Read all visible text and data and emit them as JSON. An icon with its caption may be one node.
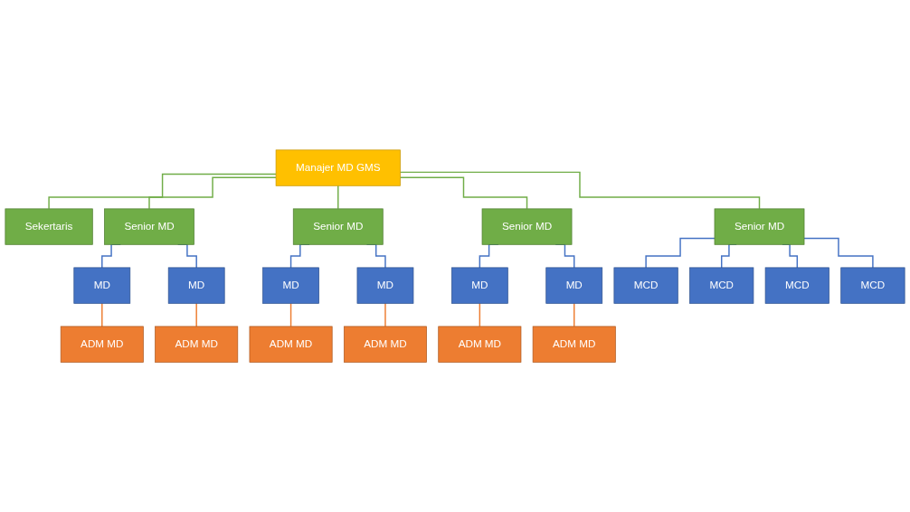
{
  "diagram": {
    "nodes": [
      {
        "text": [
          "Manajer MD GMS"
        ]
      },
      {
        "text": [
          "Sekertaris"
        ]
      },
      {
        "text": [
          "Senior MD"
        ]
      },
      {
        "text": [
          "Senior MD"
        ]
      },
      {
        "text": [
          "Senior MD"
        ]
      },
      {
        "text": [
          "Senior MD"
        ]
      },
      {
        "text": [
          "MD"
        ]
      },
      {
        "text": [
          "MD"
        ]
      },
      {
        "text": [
          "MD"
        ]
      },
      {
        "text": [
          "MD"
        ]
      },
      {
        "text": [
          "MD"
        ]
      },
      {
        "text": [
          "MD"
        ]
      },
      {
        "text": [
          "MCD"
        ]
      },
      {
        "text": [
          "ADM MD"
        ]
      },
      {
        "text": [
          "ADM MD"
        ]
      },
      {
        "text": [
          "ADM MD"
        ]
      },
      {
        "text": [
          "ADM MD"
        ]
      },
      {
        "text": [
          "ADM MD"
        ]
      },
      {
        "text": [
          "ADM MD"
        ]
      },
      {
        "text": [
          "MCD"
        ]
      },
      {
        "text": [
          "MCD"
        ]
      },
      {
        "text": [
          "MCD"
        ]
      }
    ],
    "edges": [
      {
        "from": 0,
        "to": 1,
        "arrow": "none",
        "color": "#70ad47"
      },
      {
        "from": 0,
        "to": 2,
        "arrow": "none",
        "color": "#70ad47"
      },
      {
        "from": 0,
        "to": 3,
        "arrow": "none",
        "color": "#70ad47"
      },
      {
        "from": 0,
        "to": 4,
        "arrow": "none",
        "color": "#70ad47"
      },
      {
        "from": 0,
        "to": 5,
        "arrow": "none",
        "color": "#70ad47"
      },
      {
        "from": 2,
        "to": 6,
        "arrow": "none"
      },
      {
        "from": 2,
        "to": 7,
        "arrow": "none"
      },
      {
        "from": 3,
        "to": 8,
        "arrow": "none"
      },
      {
        "from": 3,
        "to": 9,
        "arrow": "none"
      },
      {
        "from": 4,
        "to": 10,
        "arrow": "none"
      },
      {
        "from": 4,
        "to": 11,
        "arrow": "none"
      },
      {
        "from": 5,
        "to": 12,
        "arrow": "none"
      },
      {
        "from": 6,
        "to": 13,
        "arrow": "none",
        "color": "#ed7d31"
      },
      {
        "from": 7,
        "to": 14,
        "arrow": "none",
        "color": "#ed7d31"
      },
      {
        "from": 8,
        "to": 15,
        "arrow": "none",
        "color": "#ed7d31"
      },
      {
        "from": 9,
        "to": 16,
        "arrow": "none",
        "color": "#ed7d31"
      },
      {
        "from": 10,
        "to": 17,
        "arrow": "none",
        "color": "#ed7d31"
      },
      {
        "from": 11,
        "to": 18,
        "arrow": "none",
        "color": "#ed7d31"
      },
      {
        "from": 5,
        "to": 19,
        "arrow": "none"
      },
      {
        "from": 5,
        "to": 20,
        "arrow": "none"
      },
      {
        "from": 5,
        "to": 21,
        "arrow": "none"
      }
    ]
  }
}
